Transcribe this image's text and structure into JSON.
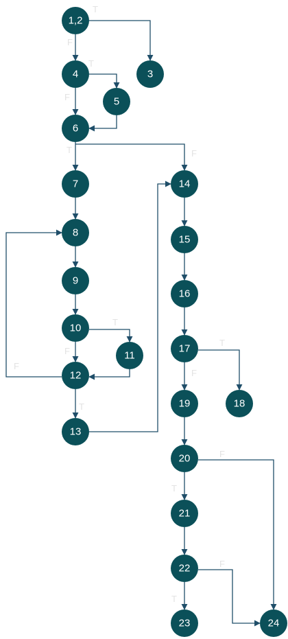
{
  "nodes": [
    {
      "id": "n12",
      "label": "1,2"
    },
    {
      "id": "n3",
      "label": "3"
    },
    {
      "id": "n4",
      "label": "4"
    },
    {
      "id": "n5",
      "label": "5"
    },
    {
      "id": "n6",
      "label": "6"
    },
    {
      "id": "n7",
      "label": "7"
    },
    {
      "id": "n8",
      "label": "8"
    },
    {
      "id": "n9",
      "label": "9"
    },
    {
      "id": "n10",
      "label": "10"
    },
    {
      "id": "n11",
      "label": "11"
    },
    {
      "id": "n12b",
      "label": "12"
    },
    {
      "id": "n13",
      "label": "13"
    },
    {
      "id": "n14",
      "label": "14"
    },
    {
      "id": "n15",
      "label": "15"
    },
    {
      "id": "n16",
      "label": "16"
    },
    {
      "id": "n17",
      "label": "17"
    },
    {
      "id": "n18",
      "label": "18"
    },
    {
      "id": "n19",
      "label": "19"
    },
    {
      "id": "n20",
      "label": "20"
    },
    {
      "id": "n21",
      "label": "21"
    },
    {
      "id": "n22",
      "label": "22"
    },
    {
      "id": "n23",
      "label": "23"
    },
    {
      "id": "n24",
      "label": "24"
    }
  ],
  "edges": [
    {
      "from": "n12",
      "to": "n3",
      "label": "T"
    },
    {
      "from": "n12",
      "to": "n4",
      "label": "F"
    },
    {
      "from": "n4",
      "to": "n5",
      "label": "T"
    },
    {
      "from": "n4",
      "to": "n6",
      "label": "F"
    },
    {
      "from": "n5",
      "to": "n6",
      "label": ""
    },
    {
      "from": "n6",
      "to": "n7",
      "label": "T"
    },
    {
      "from": "n6",
      "to": "n14",
      "label": "F"
    },
    {
      "from": "n7",
      "to": "n8",
      "label": ""
    },
    {
      "from": "n8",
      "to": "n9",
      "label": ""
    },
    {
      "from": "n9",
      "to": "n10",
      "label": ""
    },
    {
      "from": "n10",
      "to": "n11",
      "label": "T"
    },
    {
      "from": "n10",
      "to": "n12b",
      "label": "F"
    },
    {
      "from": "n11",
      "to": "n12b",
      "label": ""
    },
    {
      "from": "n12b",
      "to": "n8",
      "label": "F"
    },
    {
      "from": "n12b",
      "to": "n13",
      "label": "T"
    },
    {
      "from": "n13",
      "to": "n14",
      "label": ""
    },
    {
      "from": "n14",
      "to": "n15",
      "label": ""
    },
    {
      "from": "n15",
      "to": "n16",
      "label": ""
    },
    {
      "from": "n16",
      "to": "n17",
      "label": ""
    },
    {
      "from": "n17",
      "to": "n18",
      "label": "T"
    },
    {
      "from": "n17",
      "to": "n19",
      "label": "F"
    },
    {
      "from": "n19",
      "to": "n20",
      "label": ""
    },
    {
      "from": "n20",
      "to": "n21",
      "label": "T"
    },
    {
      "from": "n20",
      "to": "n24",
      "label": "F"
    },
    {
      "from": "n21",
      "to": "n22",
      "label": ""
    },
    {
      "from": "n22",
      "to": "n23",
      "label": "T"
    },
    {
      "from": "n22",
      "to": "n24",
      "label": "F"
    }
  ],
  "colors": {
    "node_fill": "#0b5059",
    "node_text": "#ffffff",
    "edge": "#1f4e69",
    "edge_label": "#e3e3e3"
  }
}
